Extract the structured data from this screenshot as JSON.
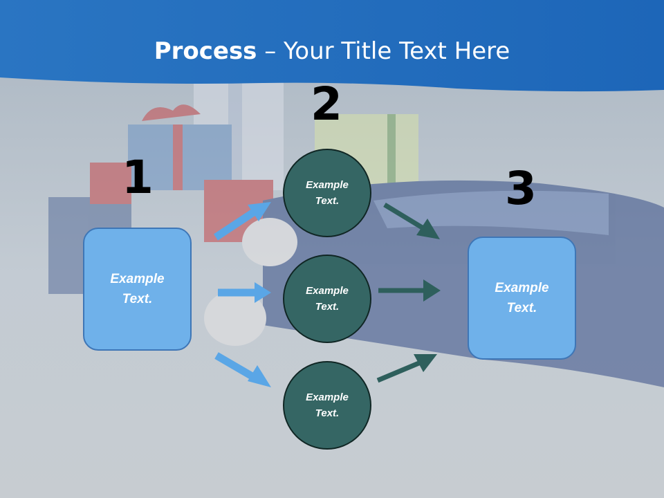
{
  "title": {
    "bold": "Process",
    "rest": " – Your Title Text Here"
  },
  "steps": {
    "one": "1",
    "two": "2",
    "three": "3"
  },
  "boxes": {
    "left": "Example\nText.",
    "right": "Example\nText."
  },
  "circles": {
    "top": "Example\nText.",
    "middle": "Example\nText.",
    "bottom": "Example\nText."
  },
  "colors": {
    "header": "#1f6fc0",
    "box_fill": "#6fb1ea",
    "circle_fill": "#356664",
    "light_arrow": "#5aa6e6",
    "dark_arrow": "#2e5f5c"
  }
}
